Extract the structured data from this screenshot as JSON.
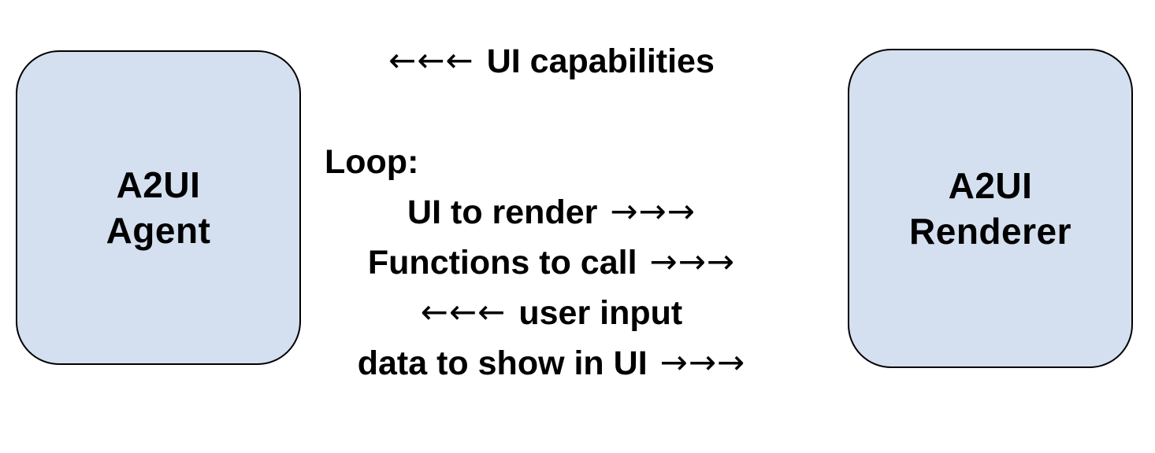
{
  "boxes": {
    "agent": {
      "line1": "A2UI",
      "line2": "Agent"
    },
    "renderer": {
      "line1": "A2UI",
      "line2": "Renderer"
    }
  },
  "flow": {
    "capabilities": {
      "arrows": "←←←",
      "text": "UI capabilities",
      "direction": "left"
    },
    "loop_label": "Loop:",
    "loop_items": [
      {
        "text": "UI to render",
        "arrows": "→→→",
        "direction": "right"
      },
      {
        "text": "Functions to call",
        "arrows": "→→→",
        "direction": "right"
      },
      {
        "text": "user input",
        "arrows": "←←←",
        "direction": "left"
      },
      {
        "text": "data to show in UI",
        "arrows": "→→→",
        "direction": "right"
      }
    ]
  },
  "colors": {
    "background": "#ffffff",
    "box_fill": "#d4e0ef",
    "box_border": "#000000",
    "text": "#000000"
  }
}
